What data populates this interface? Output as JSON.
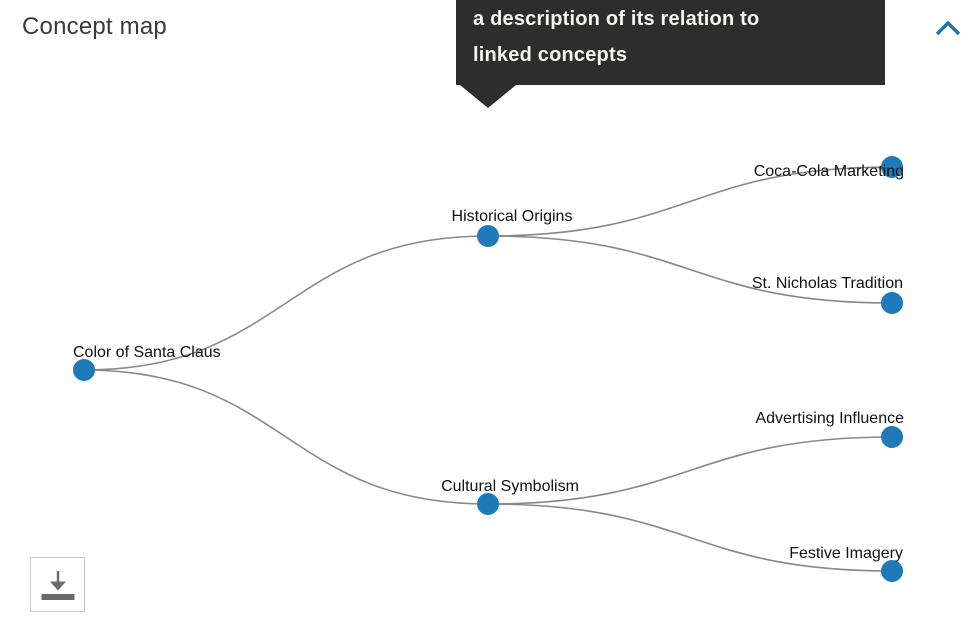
{
  "header": {
    "title": "Concept map"
  },
  "tooltip": {
    "lines": [
      "a description of its relation to",
      "linked concepts"
    ],
    "background": "#2d2d2d",
    "text_color": "#f5f4f1"
  },
  "controls": {
    "collapse_icon": "chevron-up",
    "download_icon": "download"
  },
  "map": {
    "tree": {
      "label": "Color of Santa Claus",
      "children": [
        {
          "label": "Historical Origins",
          "children": [
            {
              "label": "Coca-Cola Marketing"
            },
            {
              "label": "St. Nicholas Tradition"
            }
          ]
        },
        {
          "label": "Cultural Symbolism",
          "children": [
            {
              "label": "Advertising Influence"
            },
            {
              "label": "Festive Imagery"
            }
          ]
        }
      ]
    },
    "colors": {
      "node": "#1e7ab9",
      "link": "#888888",
      "chevron": "#1c73ae",
      "label": "#111111"
    }
  }
}
